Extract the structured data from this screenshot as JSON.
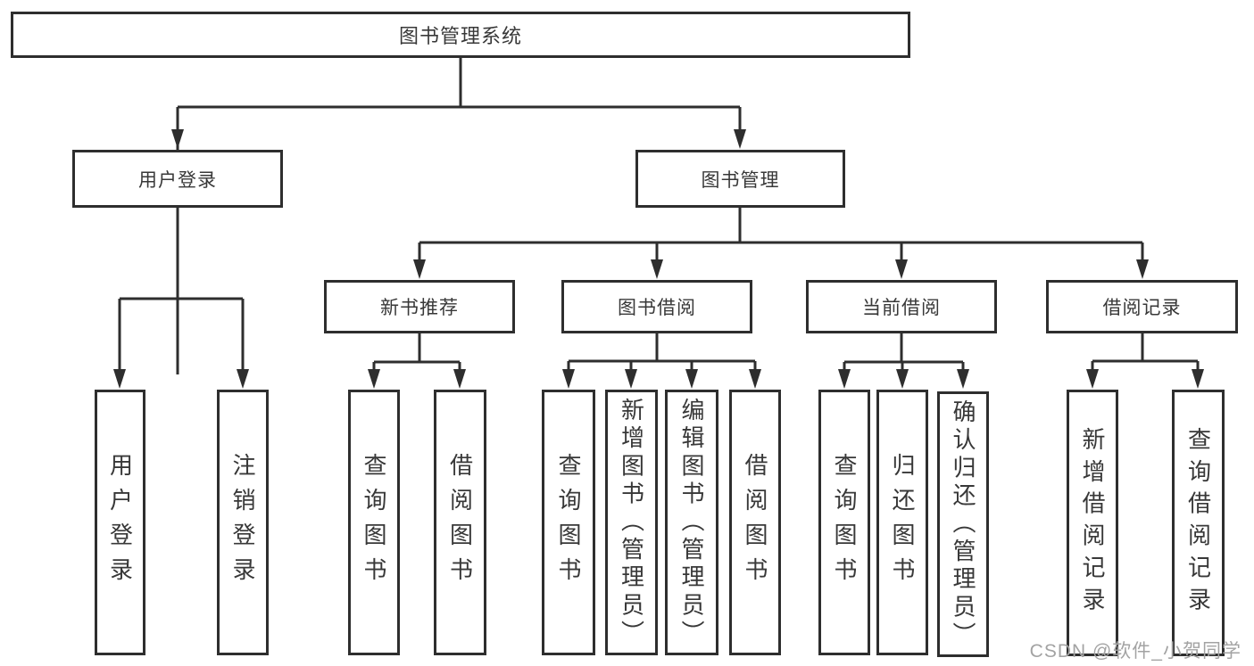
{
  "colors": {
    "line": "#2e2e2e",
    "text": "#383838",
    "background": "#ffffff",
    "watermark": "#a3a3a3"
  },
  "tree": {
    "root": {
      "label": "图书管理系统"
    },
    "branches": [
      {
        "label": "用户登录",
        "leaves": [
          {
            "label": "用户登录"
          },
          {
            "label": "注销登录"
          }
        ]
      },
      {
        "label": "图书管理",
        "modules": [
          {
            "label": "新书推荐",
            "leaves": [
              {
                "label": "查询图书"
              },
              {
                "label": "借阅图书"
              }
            ]
          },
          {
            "label": "图书借阅",
            "leaves": [
              {
                "label": "查询图书"
              },
              {
                "label": "新增图书（管理员）"
              },
              {
                "label": "编辑图书（管理员）"
              },
              {
                "label": "借阅图书"
              }
            ]
          },
          {
            "label": "当前借阅",
            "leaves": [
              {
                "label": "查询图书"
              },
              {
                "label": "归还图书"
              },
              {
                "label": "确认归还（管理员）"
              }
            ]
          },
          {
            "label": "借阅记录",
            "leaves": [
              {
                "label": "新增借阅记录"
              },
              {
                "label": "查询借阅记录"
              }
            ]
          }
        ]
      }
    ]
  },
  "watermark": {
    "text": "CSDN @软件_小贺同学"
  }
}
